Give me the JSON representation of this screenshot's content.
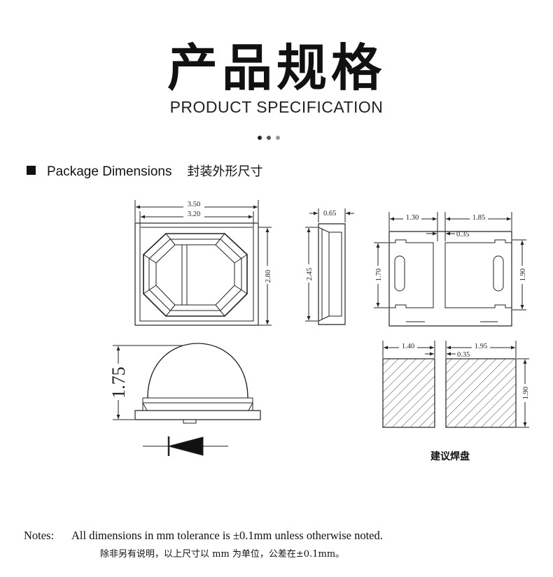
{
  "header": {
    "title_cn": "产品规格",
    "title_en": "PRODUCT SPECIFICATION",
    "dot_colors": [
      "#222222",
      "#555555",
      "#9a9a9a"
    ]
  },
  "section": {
    "label_en": "Package Dimensions",
    "label_cn": "封装外形尺寸"
  },
  "top_view": {
    "width_outer": "3.50",
    "width_inner": "3.20",
    "height": "2.80"
  },
  "side_view": {
    "thickness": "0.65",
    "height": "2.45"
  },
  "bottom_view": {
    "left_width": "1.30",
    "right_width": "1.85",
    "gap": "0.35",
    "left_height": "1.70",
    "right_height": "1.90"
  },
  "front_view": {
    "height": "1.75"
  },
  "solder_pad": {
    "left_width": "1.40",
    "right_width": "1.95",
    "gap": "0.35",
    "height": "1.90",
    "label": "建议焊盘"
  },
  "notes": {
    "label": "Notes:",
    "text_en": "All dimensions in mm tolerance is ±0.1mm unless otherwise noted.",
    "text_cn": "除非另有说明，以上尺寸以 mm 为单位，公差在±0.1mm。"
  }
}
